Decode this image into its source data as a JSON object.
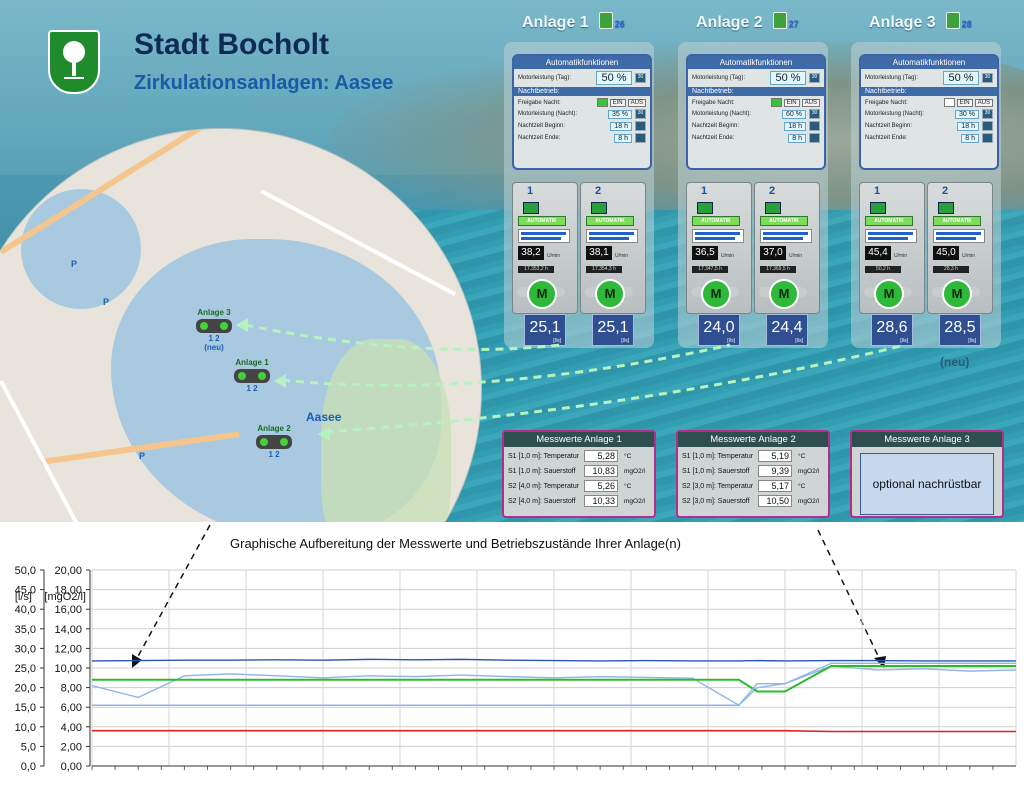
{
  "header": {
    "city_title": "Stadt Bocholt",
    "subtitle": "Zirkulationsanlagen: Aasee"
  },
  "map": {
    "lake_label": "Aasee",
    "markers": [
      {
        "name": "Anlage 3",
        "numbers": "1   2",
        "note": "(neu)"
      },
      {
        "name": "Anlage 1",
        "numbers": "1   2"
      },
      {
        "name": "Anlage 2",
        "numbers": "1   2"
      }
    ],
    "parking_label": "P"
  },
  "plants": [
    {
      "name": "Anlage 1",
      "id": "26",
      "auto": {
        "title": "Automatikfunktionen",
        "motor_day_label": "Motorleistung (Tag):",
        "motor_day_value": "50 %",
        "motor_day_small": "30",
        "night_header": "Nachtbetrieb:",
        "release_label": "Freigabe Nacht:",
        "btn_on": "EIN",
        "btn_off": "AUS",
        "night_enabled": true,
        "motor_night_label": "Motorleistung (Nacht):",
        "motor_night_value": "35 %",
        "motor_night_small": "30",
        "start_label": "Nachtzeit Beginn:",
        "start_value": "18 h",
        "end_label": "Nachtzeit Ende:",
        "end_value": "8 h"
      },
      "pumps": [
        {
          "num": "1",
          "mode": "AUTOMATIK",
          "hz": "38,2",
          "unit": "U/min",
          "counter": "17.353,2 h",
          "flow": "25,1"
        },
        {
          "num": "2",
          "mode": "AUTOMATIK",
          "hz": "38,1",
          "unit": "U/min",
          "counter": "17.354,3 h",
          "flow": "25,1"
        }
      ],
      "measure": {
        "title": "Messwerte Anlage 1",
        "rows": [
          {
            "label": "S1 [1,0 m]: Temperatur",
            "value": "5,28",
            "unit": "°C"
          },
          {
            "label": "S1 [1,0 m]: Sauerstoff",
            "value": "10,83",
            "unit": "mgO2/l"
          },
          {
            "label": "S2 [4,0 m]: Temperatur",
            "value": "5,26",
            "unit": "°C"
          },
          {
            "label": "S2 [4,0 m]: Sauerstoff",
            "value": "10,33",
            "unit": "mgO2/l"
          }
        ]
      }
    },
    {
      "name": "Anlage 2",
      "id": "27",
      "auto": {
        "title": "Automatikfunktionen",
        "motor_day_label": "Motorleistung (Tag):",
        "motor_day_value": "50 %",
        "motor_day_small": "30",
        "night_header": "Nachtbetrieb:",
        "release_label": "Freigabe Nacht:",
        "btn_on": "EIN",
        "btn_off": "AUS",
        "night_enabled": true,
        "motor_night_label": "Motorleistung (Nacht):",
        "motor_night_value": "60 %",
        "motor_night_small": "30",
        "start_label": "Nachtzeit Beginn:",
        "start_value": "18 h",
        "end_label": "Nachtzeit Ende:",
        "end_value": "8 h"
      },
      "pumps": [
        {
          "num": "1",
          "mode": "AUTOMATIK",
          "hz": "36,5",
          "unit": "U/min",
          "counter": "17.347,5 h",
          "flow": "24,0"
        },
        {
          "num": "2",
          "mode": "AUTOMATIK",
          "hz": "37,0",
          "unit": "U/min",
          "counter": "17.369,5 h",
          "flow": "24,4"
        }
      ],
      "measure": {
        "title": "Messwerte Anlage 2",
        "rows": [
          {
            "label": "S1 [1,0 m]: Temperatur",
            "value": "5,19",
            "unit": "°C"
          },
          {
            "label": "S1 [1,0 m]: Sauerstoff",
            "value": "9,39",
            "unit": "mgO2/l"
          },
          {
            "label": "S2 [3,0 m]: Temperatur",
            "value": "5,17",
            "unit": "°C"
          },
          {
            "label": "S2 [3,0 m]: Sauerstoff",
            "value": "10,50",
            "unit": "mgO2/l"
          }
        ]
      }
    },
    {
      "name": "Anlage 3",
      "id": "28",
      "auto": {
        "title": "Automatikfunktionen",
        "motor_day_label": "Motorleistung (Tag):",
        "motor_day_value": "50 %",
        "motor_day_small": "30",
        "night_header": "Nachtbetrieb:",
        "release_label": "Freigabe Nacht:",
        "btn_on": "EIN",
        "btn_off": "AUS",
        "night_enabled": false,
        "motor_night_label": "Motorleistung (Nacht):",
        "motor_night_value": "30 %",
        "motor_night_small": "30",
        "start_label": "Nachtzeit Beginn:",
        "start_value": "18 h",
        "end_label": "Nachtzeit Ende:",
        "end_value": "8 h"
      },
      "pumps": [
        {
          "num": "1",
          "mode": "AUTOMATIK",
          "hz": "45,4",
          "unit": "U/min",
          "counter": "50,2 h",
          "flow": "28,6"
        },
        {
          "num": "2",
          "mode": "AUTOMATIK",
          "hz": "45,0",
          "unit": "U/min",
          "counter": "28,3 h",
          "flow": "28,5"
        }
      ],
      "measure": {
        "title": "Messwerte Anlage 3",
        "optional_text": "optional nachrüstbar"
      }
    }
  ],
  "neu_label": "(neu)",
  "caption": "Graphische Aufbereitung der Messwerte und Betriebszustände Ihrer Anlage(n)",
  "colors": {
    "frame_blue": "#3b63a9",
    "measure_border": "#b62c89",
    "pump_green": "#2fb93a",
    "dash_green": "#b6f2c0",
    "series_dark_blue": "#2a55b8",
    "series_light_blue": "#8fb6ea",
    "series_green": "#2dbb2d",
    "series_red": "#e02020"
  },
  "chart_data": {
    "type": "line",
    "y_left_label": "[l/s]",
    "y_right_label": "[mgO2/l]",
    "y_left_ticks": [
      "50,0",
      "45,0",
      "40,0",
      "35,0",
      "30,0",
      "25,0",
      "20,0",
      "15,0",
      "10,0",
      "5,0",
      "0,0"
    ],
    "y_right_ticks": [
      "20,00",
      "18,00",
      "16,00",
      "14,00",
      "12,00",
      "10,00",
      "8,00",
      "6,00",
      "4,00",
      "2,00",
      "0,00"
    ],
    "ylim_left": [
      0,
      50
    ],
    "ylim_right": [
      0,
      20
    ],
    "grid": true,
    "x": [
      0,
      5,
      10,
      15,
      20,
      25,
      30,
      35,
      40,
      45,
      50,
      55,
      60,
      65,
      70,
      72,
      75,
      80,
      85,
      90,
      95,
      100
    ],
    "series": [
      {
        "values": [
          26.8,
          26.9,
          27.0,
          27.0,
          27.1,
          27.0,
          27.2,
          27.1,
          27.2,
          27.0,
          26.9,
          26.8,
          26.9,
          26.8,
          26.8,
          26.9,
          26.8,
          26.9,
          26.9,
          26.8,
          26.8,
          26.8
        ]
      },
      {
        "values": [
          20.5,
          17.5,
          23.0,
          23.5,
          23.0,
          22.5,
          23.0,
          22.8,
          23.2,
          22.8,
          22.5,
          22.8,
          22.6,
          22.4,
          15.5,
          20.0,
          21.0,
          25.5,
          24.5,
          24.8,
          24.2,
          24.5
        ]
      },
      {
        "values": [
          22.0,
          22.0,
          22.0,
          22.0,
          22.0,
          22.0,
          22.0,
          22.0,
          22.0,
          22.0,
          22.0,
          22.0,
          22.0,
          22.0,
          22.0,
          19.0,
          19.0,
          25.5,
          25.5,
          25.5,
          25.5,
          25.5
        ]
      },
      {
        "values": [
          15.5,
          15.5,
          15.5,
          15.5,
          15.5,
          15.5,
          15.5,
          15.5,
          15.5,
          15.5,
          15.5,
          15.5,
          15.5,
          15.5,
          15.5,
          21.0,
          21.0,
          26.2,
          26.2,
          26.2,
          26.2,
          26.2
        ]
      },
      {
        "values": [
          9.0,
          9.0,
          9.0,
          9.0,
          9.0,
          9.0,
          9.0,
          9.0,
          9.0,
          9.0,
          9.0,
          9.0,
          9.0,
          9.0,
          9.0,
          9.0,
          9.0,
          8.8,
          8.8,
          8.8,
          8.8,
          8.8
        ]
      }
    ]
  }
}
